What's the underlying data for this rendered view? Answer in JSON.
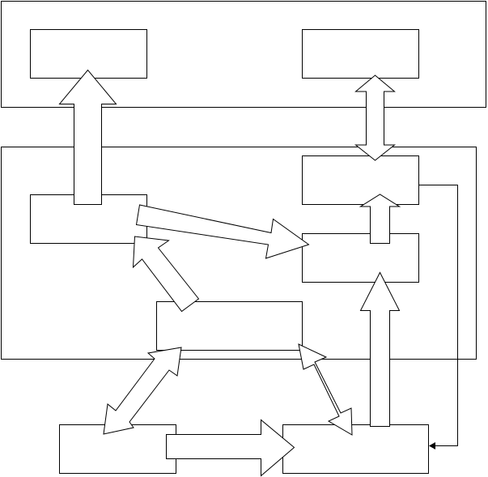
{
  "diagram": {
    "nodes": [
      {
        "id": "top-left-box",
        "label": ""
      },
      {
        "id": "top-right-box",
        "label": ""
      },
      {
        "id": "middle-left-box",
        "label": ""
      },
      {
        "id": "middle-right-upper-box",
        "label": ""
      },
      {
        "id": "middle-right-lower-box",
        "label": ""
      },
      {
        "id": "center-box",
        "label": ""
      },
      {
        "id": "bottom-left-box",
        "label": ""
      },
      {
        "id": "bottom-right-box",
        "label": ""
      }
    ],
    "edges": [
      {
        "from": "middle-left-box",
        "to": "top-left-box",
        "style": "block-arrow"
      },
      {
        "from": "top-right-box",
        "to": "middle-right-upper-box",
        "style": "double-block-arrow"
      },
      {
        "from": "middle-right-lower-box",
        "to": "middle-right-upper-box",
        "style": "block-arrow"
      },
      {
        "from": "middle-left-box",
        "to": "middle-right-lower-box",
        "style": "block-arrow"
      },
      {
        "from": "center-box",
        "to": "middle-left-box",
        "style": "block-arrow"
      },
      {
        "from": "bottom-left-box",
        "to": "center-box",
        "style": "double-block-arrow"
      },
      {
        "from": "center-box",
        "to": "bottom-right-box",
        "style": "double-block-arrow"
      },
      {
        "from": "bottom-left-box",
        "to": "bottom-right-box",
        "style": "block-arrow"
      },
      {
        "from": "bottom-right-box",
        "to": "middle-right-lower-box",
        "style": "block-arrow"
      },
      {
        "from": "middle-right-upper-box",
        "to": "bottom-right-box",
        "style": "line-arrow"
      }
    ],
    "colors": {
      "stroke": "#000000",
      "fill": "#ffffff"
    }
  }
}
